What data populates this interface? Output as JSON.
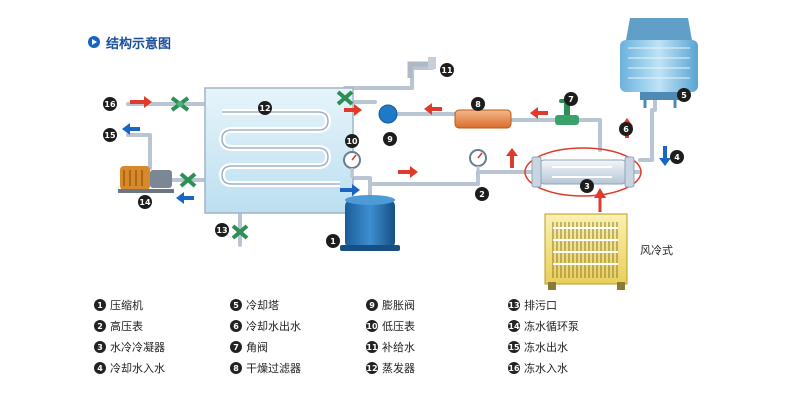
{
  "title": "结构示意图",
  "aircooled_label": "风冷式",
  "callouts": [
    "1",
    "2",
    "3",
    "4",
    "5",
    "6",
    "7",
    "8",
    "9",
    "10",
    "11",
    "12",
    "13",
    "14",
    "15",
    "16"
  ],
  "legend": [
    {
      "num": "1",
      "label": "压缩机"
    },
    {
      "num": "2",
      "label": "高压表"
    },
    {
      "num": "3",
      "label": "水冷冷凝器"
    },
    {
      "num": "4",
      "label": "冷却水入水"
    },
    {
      "num": "5",
      "label": "冷却塔"
    },
    {
      "num": "6",
      "label": "冷却水出水"
    },
    {
      "num": "7",
      "label": "角阀"
    },
    {
      "num": "8",
      "label": "干燥过滤器"
    },
    {
      "num": "9",
      "label": "膨胀阀"
    },
    {
      "num": "10",
      "label": "低压表"
    },
    {
      "num": "11",
      "label": "补给水"
    },
    {
      "num": "12",
      "label": "蒸发器"
    },
    {
      "num": "13",
      "label": "排污口"
    },
    {
      "num": "14",
      "label": "冻水循环泵"
    },
    {
      "num": "15",
      "label": "冻水出水"
    },
    {
      "num": "16",
      "label": "冻水入水"
    }
  ],
  "colors": {
    "pipe": "#b9c5d2",
    "red_arrow": "#e03a2a",
    "blue_arrow": "#1a66c4",
    "tank": "#cfe8f5",
    "compressor": "#1f6fb0",
    "cooling_tower": "#8ec9ea"
  }
}
